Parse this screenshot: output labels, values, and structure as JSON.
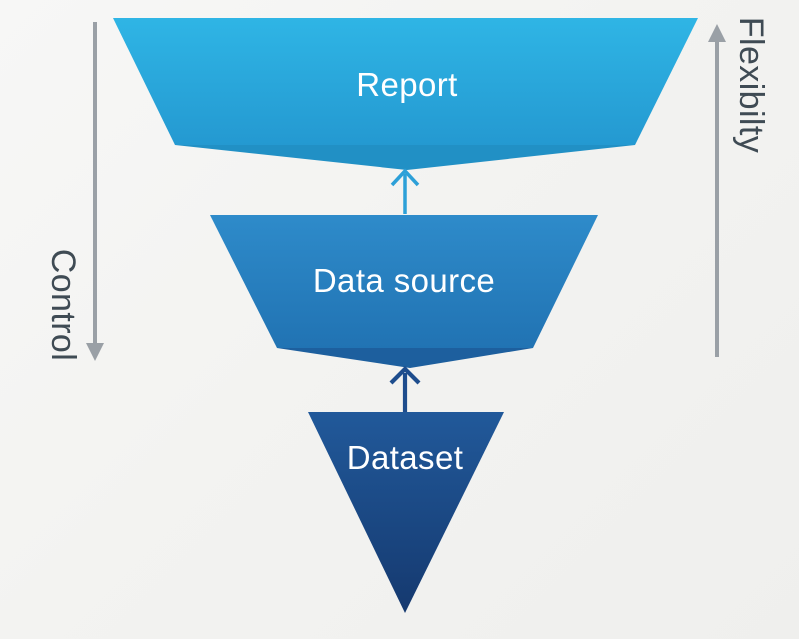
{
  "background_color": "#f4f4f2",
  "layers": [
    {
      "label": "Report",
      "color_top": "#2fb5e5",
      "color_bottom": "#2499d1",
      "fold_color": "#2190c5",
      "text_color": "#ffffff"
    },
    {
      "label": "Data source",
      "color_top": "#2e8bca",
      "color_bottom": "#2173b3",
      "fold_color": "#1d5f9e",
      "text_color": "#ffffff"
    },
    {
      "label": "Dataset",
      "color_top": "#21599a",
      "color_bottom": "#15396f",
      "text_color": "#ffffff"
    }
  ],
  "connector_arrows": [
    {
      "direction": "up",
      "color": "#2da0d8"
    },
    {
      "direction": "up",
      "color": "#1e4d8d"
    }
  ],
  "axis_left": {
    "label": "Control",
    "direction": "down",
    "line_color": "#9aa0a6",
    "label_color": "#3f4b54"
  },
  "axis_right": {
    "label": "Flexibilty",
    "direction": "up",
    "line_color": "#9aa0a6",
    "label_color": "#3f4b54"
  }
}
